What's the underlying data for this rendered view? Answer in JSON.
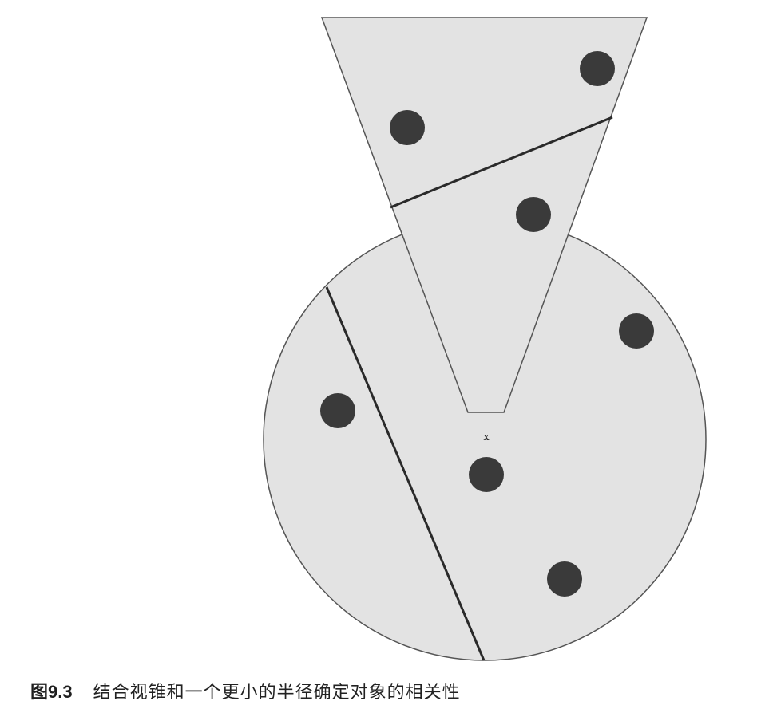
{
  "diagram": {
    "viewer_marker": "x",
    "caption": {
      "number": "图9.3",
      "text": "结合视锥和一个更小的半径确定对象的相关性"
    },
    "colors": {
      "shape_fill": "#e3e3e3",
      "shape_stroke": "#555555",
      "divider_line": "#2a2a2a",
      "object_dot": "#3a3a3a",
      "background": "#ffffff"
    }
  }
}
